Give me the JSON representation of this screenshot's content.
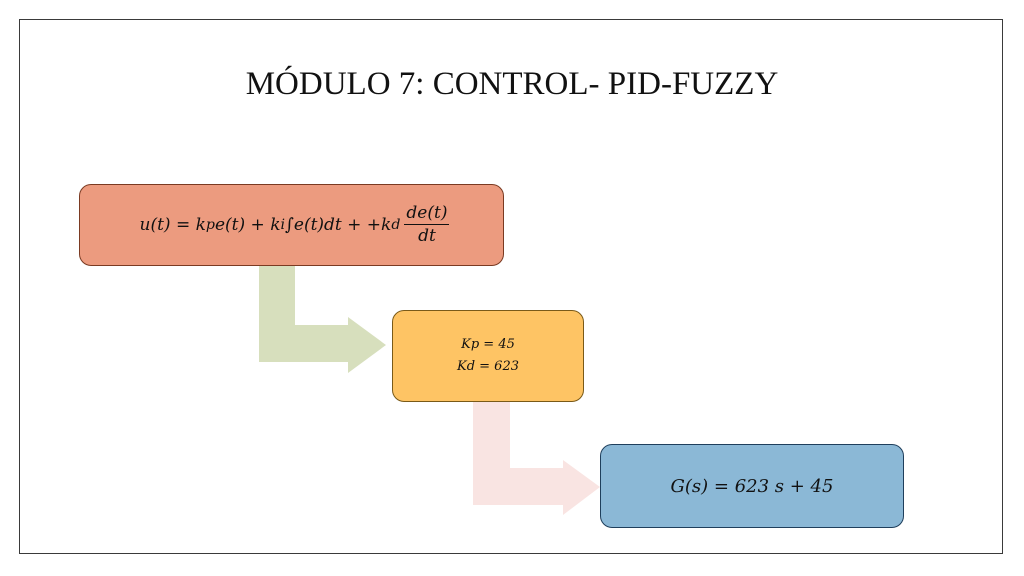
{
  "slide": {
    "title": "MÓDULO 7: CONTROL- PID-FUZZY"
  },
  "formula": {
    "lhs": "u(t) = k",
    "p_sub": "p",
    "mid1": "e(t) + k",
    "i_sub": "i",
    "mid2": "∫e(t)dt + +k",
    "d_sub": "d",
    "frac_num": "de(t)",
    "frac_den": "dt"
  },
  "gains": {
    "kp": "Kp = 45",
    "kd": "Kd = 623"
  },
  "transfer_function": {
    "text": "G(s) = 623 s + 45"
  },
  "colors": {
    "formula_box": "#ec9b7f",
    "gains_box": "#fec464",
    "tf_box": "#8bb8d6",
    "arrow_1": "#d7dfbd",
    "arrow_2": "#f9e4e2"
  }
}
